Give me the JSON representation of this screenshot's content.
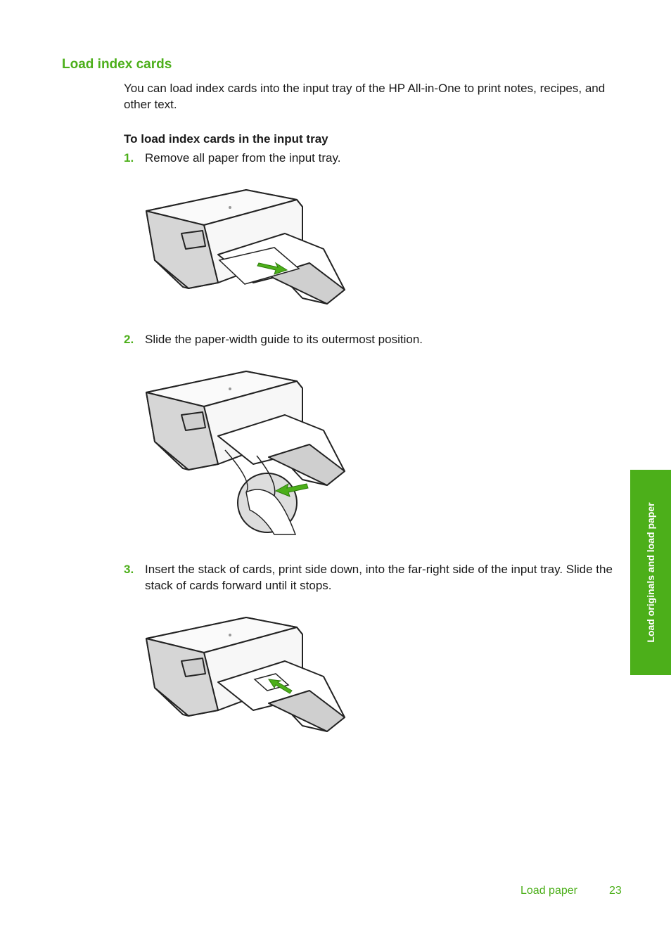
{
  "section": {
    "title": "Load index cards",
    "intro": "You can load index cards into the input tray of the HP All-in-One to print notes, recipes, and other text.",
    "procedure_title": "To load index cards in the input tray"
  },
  "steps": [
    {
      "number": "1.",
      "text": "Remove all paper from the input tray."
    },
    {
      "number": "2.",
      "text": "Slide the paper-width guide to its outermost position."
    },
    {
      "number": "3.",
      "text": "Insert the stack of cards, print side down, into the far-right side of the input tray. Slide the stack of cards forward until it stops."
    }
  ],
  "side_tab": {
    "label": "Load originals and load paper"
  },
  "footer": {
    "section_label": "Load paper",
    "page_number": "23"
  },
  "colors": {
    "accent": "#4caf1a",
    "text": "#1a1a1a"
  },
  "icons": [
    "printer-illustration",
    "green-arrow-icon",
    "hand-illustration"
  ]
}
